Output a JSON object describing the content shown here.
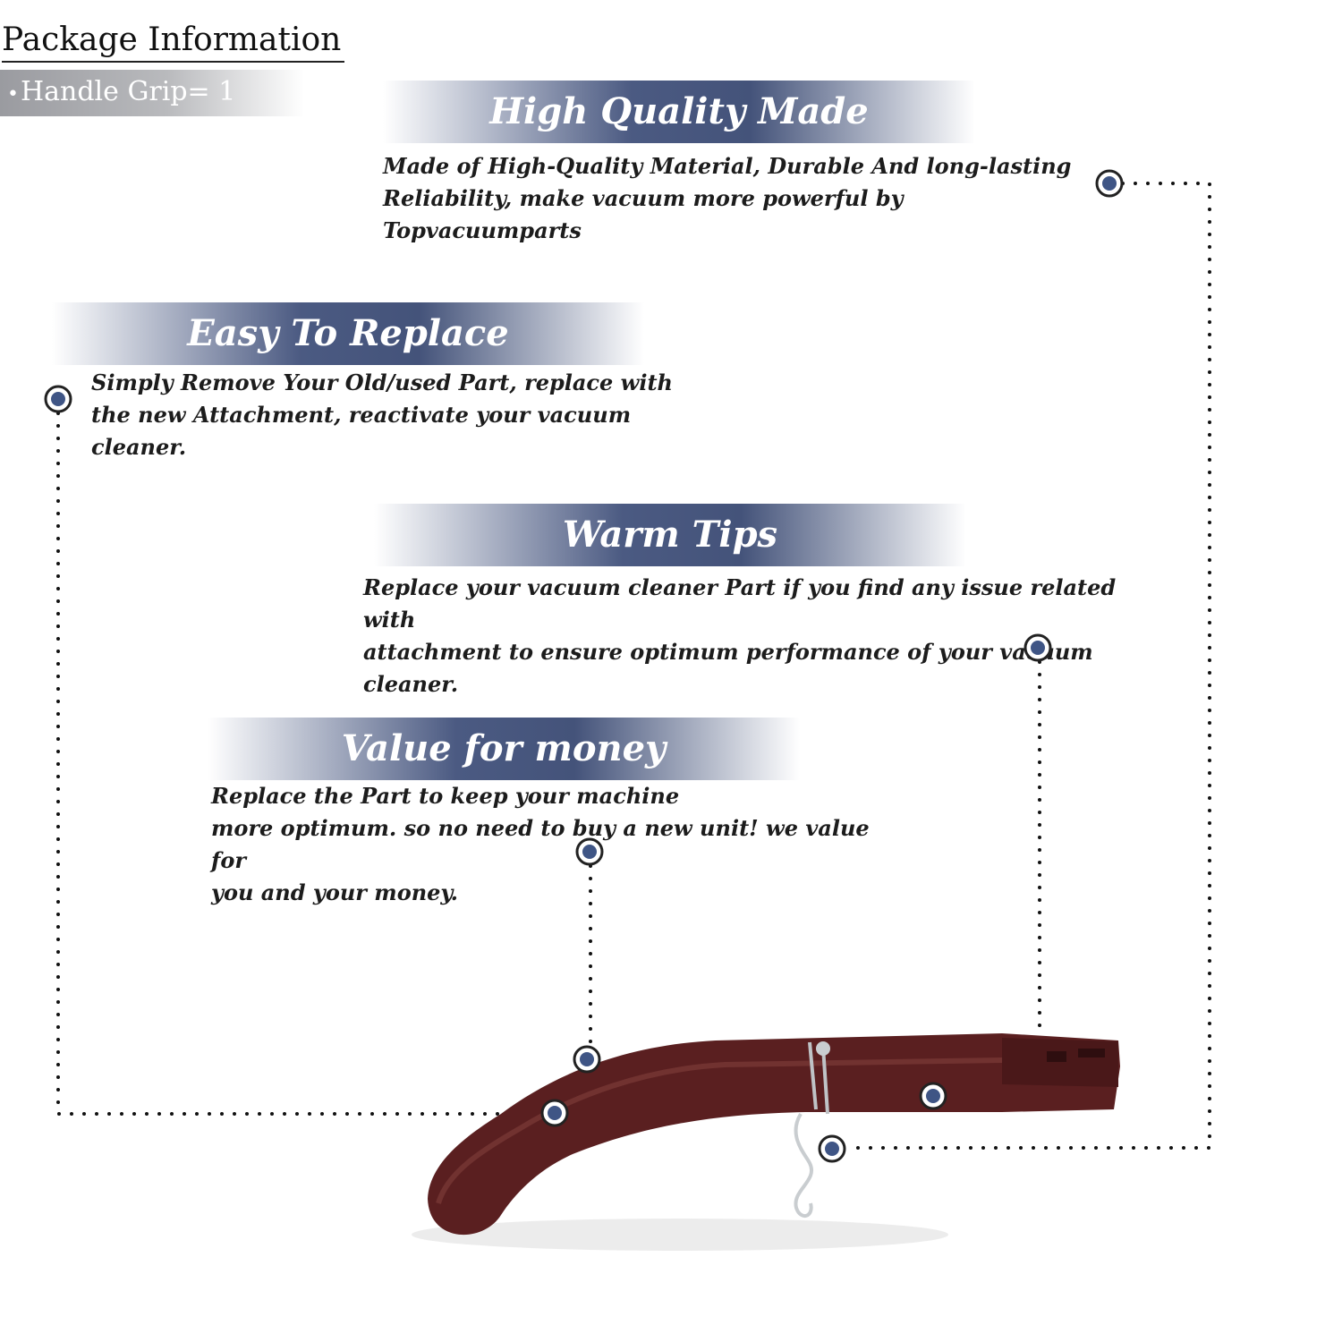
{
  "package": {
    "title": "Package Information",
    "item": "Handle Grip= 1"
  },
  "features": [
    {
      "title": "High Quality Made",
      "text": "Made of  High-Quality Material, Durable And long-lasting\nReliability, make vacuum more powerful by Topvacuumparts"
    },
    {
      "title": "Easy To Replace",
      "text": "Simply Remove Your Old/used Part, replace with\nthe new Attachment, reactivate your vacuum cleaner."
    },
    {
      "title": "Warm Tips",
      "text": "Replace your vacuum cleaner Part if you find any issue related with\n attachment to ensure optimum performance of your vacuum cleaner."
    },
    {
      "title": "Value for money",
      "text": "Replace the Part to keep your machine\nmore optimum. so no need to buy a new unit! we value for\nyou and your money."
    }
  ],
  "colors": {
    "band_blue": "#44537a",
    "marker_blue": "#3f5585",
    "handle_brown": "#5a1f20"
  },
  "icons": [
    "bullet-dot-icon",
    "callout-marker-icon"
  ]
}
